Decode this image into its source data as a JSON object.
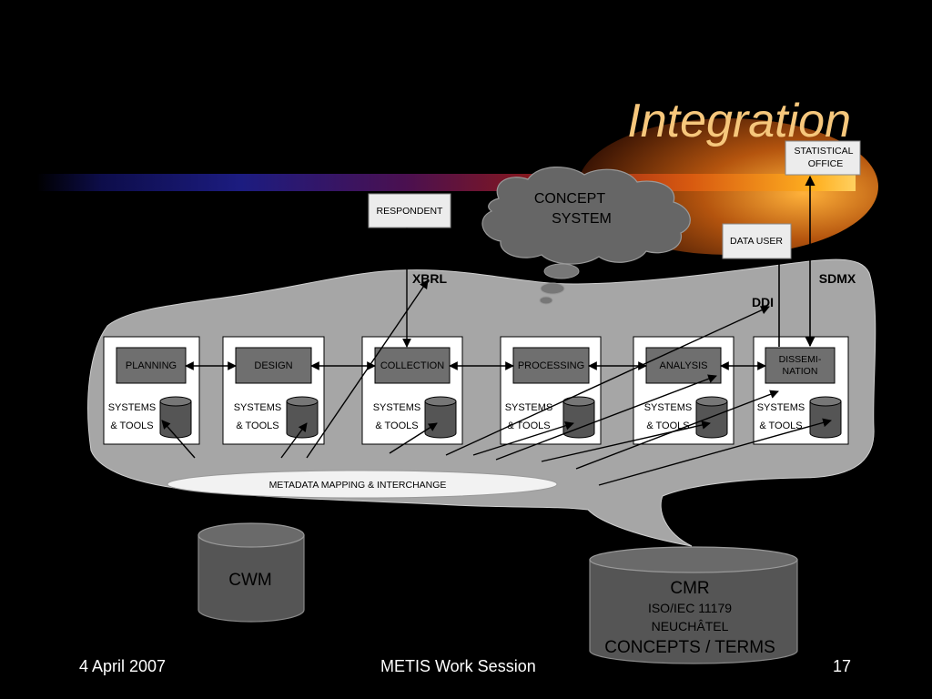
{
  "slide": {
    "title": "Integration",
    "footer": {
      "date": "4 April 2007",
      "event": "METIS Work Session",
      "page_number": "17"
    }
  },
  "external": {
    "respondent": "RESPONDENT",
    "concept_system": [
      "CONCEPT",
      "SYSTEM"
    ],
    "data_user": "DATA USER",
    "statistical_office": [
      "STATISTICAL",
      "OFFICE"
    ]
  },
  "standards": {
    "xbrl": "XBRL",
    "sdmx": "SDMX",
    "ddi": "DDI"
  },
  "phases": [
    {
      "name": "PLANNING",
      "systems": [
        "SYSTEMS",
        "& TOOLS"
      ]
    },
    {
      "name": "DESIGN",
      "systems": [
        "SYSTEMS",
        "& TOOLS"
      ]
    },
    {
      "name": "COLLECTION",
      "systems": [
        "SYSTEMS",
        "& TOOLS"
      ]
    },
    {
      "name": "PROCESSING",
      "systems": [
        "SYSTEMS",
        "& TOOLS"
      ]
    },
    {
      "name": "ANALYSIS",
      "systems": [
        "SYSTEMS",
        "& TOOLS"
      ]
    },
    {
      "name": "DISSEMI-NATION",
      "name_lines": [
        "DISSEMI-",
        "NATION"
      ],
      "systems": [
        "SYSTEMS",
        "& TOOLS"
      ]
    }
  ],
  "metadata_mapping": "METADATA MAPPING & INTERCHANGE",
  "repositories": {
    "cwm": "CWM",
    "cmr": [
      "CMR",
      "ISO/IEC 11179",
      "NEUCHÂTEL",
      "CONCEPTS / TERMS"
    ]
  },
  "colors": {
    "background": "#000000",
    "title": "#f6c77c",
    "blob_fill": "#a6a6a6",
    "phase_box": "#6f6f6f",
    "cloud_fill": "#666666",
    "cylinder_fill": "#555555"
  }
}
